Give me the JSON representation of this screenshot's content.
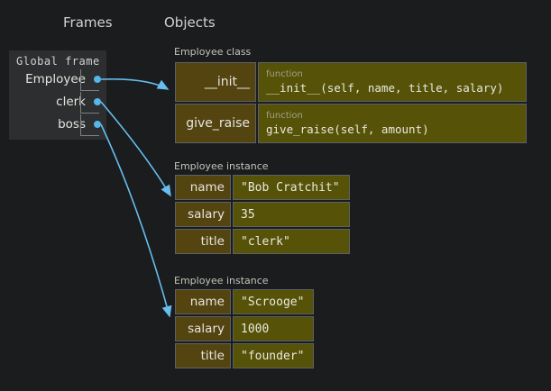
{
  "headers": {
    "frames": "Frames",
    "objects": "Objects"
  },
  "frame": {
    "title": "Global frame",
    "variables": [
      {
        "name": "Employee"
      },
      {
        "name": "clerk"
      },
      {
        "name": "boss"
      }
    ]
  },
  "objects": {
    "employee_class": {
      "label": "Employee class",
      "methods": [
        {
          "name": "__init__",
          "kind": "function",
          "signature": "__init__(self, name, title, salary)"
        },
        {
          "name": "give_raise",
          "kind": "function",
          "signature": "give_raise(self, amount)"
        }
      ]
    },
    "instances": [
      {
        "label": "Employee instance",
        "attributes": [
          {
            "key": "name",
            "value": "\"Bob Cratchit\""
          },
          {
            "key": "salary",
            "value": "35"
          },
          {
            "key": "title",
            "value": "\"clerk\""
          }
        ]
      },
      {
        "label": "Employee instance",
        "attributes": [
          {
            "key": "name",
            "value": "\"Scrooge\""
          },
          {
            "key": "salary",
            "value": "1000"
          },
          {
            "key": "title",
            "value": "\"founder\""
          }
        ]
      }
    ]
  },
  "colors": {
    "bg": "#1a1c1e",
    "panel": "#2c2e30",
    "cell_key": "#544510",
    "cell_val": "#565207",
    "cell_border": "#5d6165",
    "hook_border": "#7d8084",
    "arrow": "#66bdee",
    "dot": "#55b6e8",
    "text_primary": "#d2d2d2",
    "text_bright": "#e6e4de",
    "text_label": "#c4c4bb",
    "text_function": "#a1a18a",
    "text_code": "#eae9e2"
  }
}
